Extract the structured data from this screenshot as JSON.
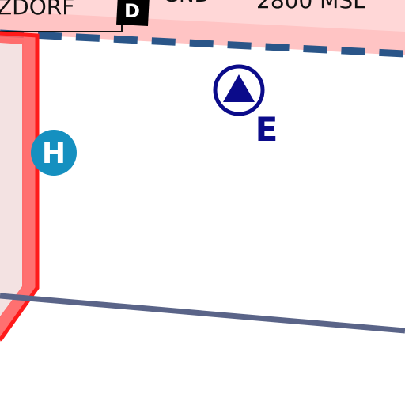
{
  "map": {
    "background": "#ffffff",
    "airspace_label": {
      "name": "ZDORF",
      "class_badge": "D",
      "lower_limit": "GND",
      "upper_limit": "2800 MSL"
    },
    "reporting_point": {
      "letter": "E",
      "color": "#0b0b8a"
    },
    "heliport": {
      "symbol": "H",
      "color": "#1590c0"
    },
    "colors": {
      "ctr_band": "#ffc4c4",
      "ctr_boundary": "#ff3030",
      "ctr_fill": "#f3e2e2",
      "tma_dashed": "#2a5588",
      "boundary_line": "#5a6488"
    }
  }
}
